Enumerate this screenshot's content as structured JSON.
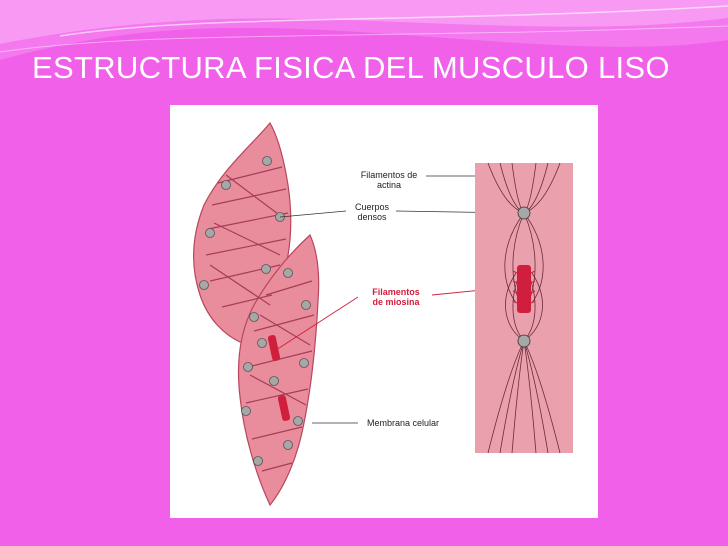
{
  "slide": {
    "title": "ESTRUCTURA FISICA DEL MUSCULO LISO"
  },
  "diagram": {
    "labels": {
      "actin_line1": "Filamentos de",
      "actin_line2": "actina",
      "dense_line1": "Cuerpos",
      "dense_line2": "densos",
      "myosin_line1": "Filamentos",
      "myosin_line2": "de miosina",
      "membrane": "Membrana celular"
    }
  },
  "colors": {
    "background": "#f060e8",
    "tissue": "#e98c9c",
    "tissue_dark": "#b8465e",
    "myosin": "#d01f3c"
  }
}
